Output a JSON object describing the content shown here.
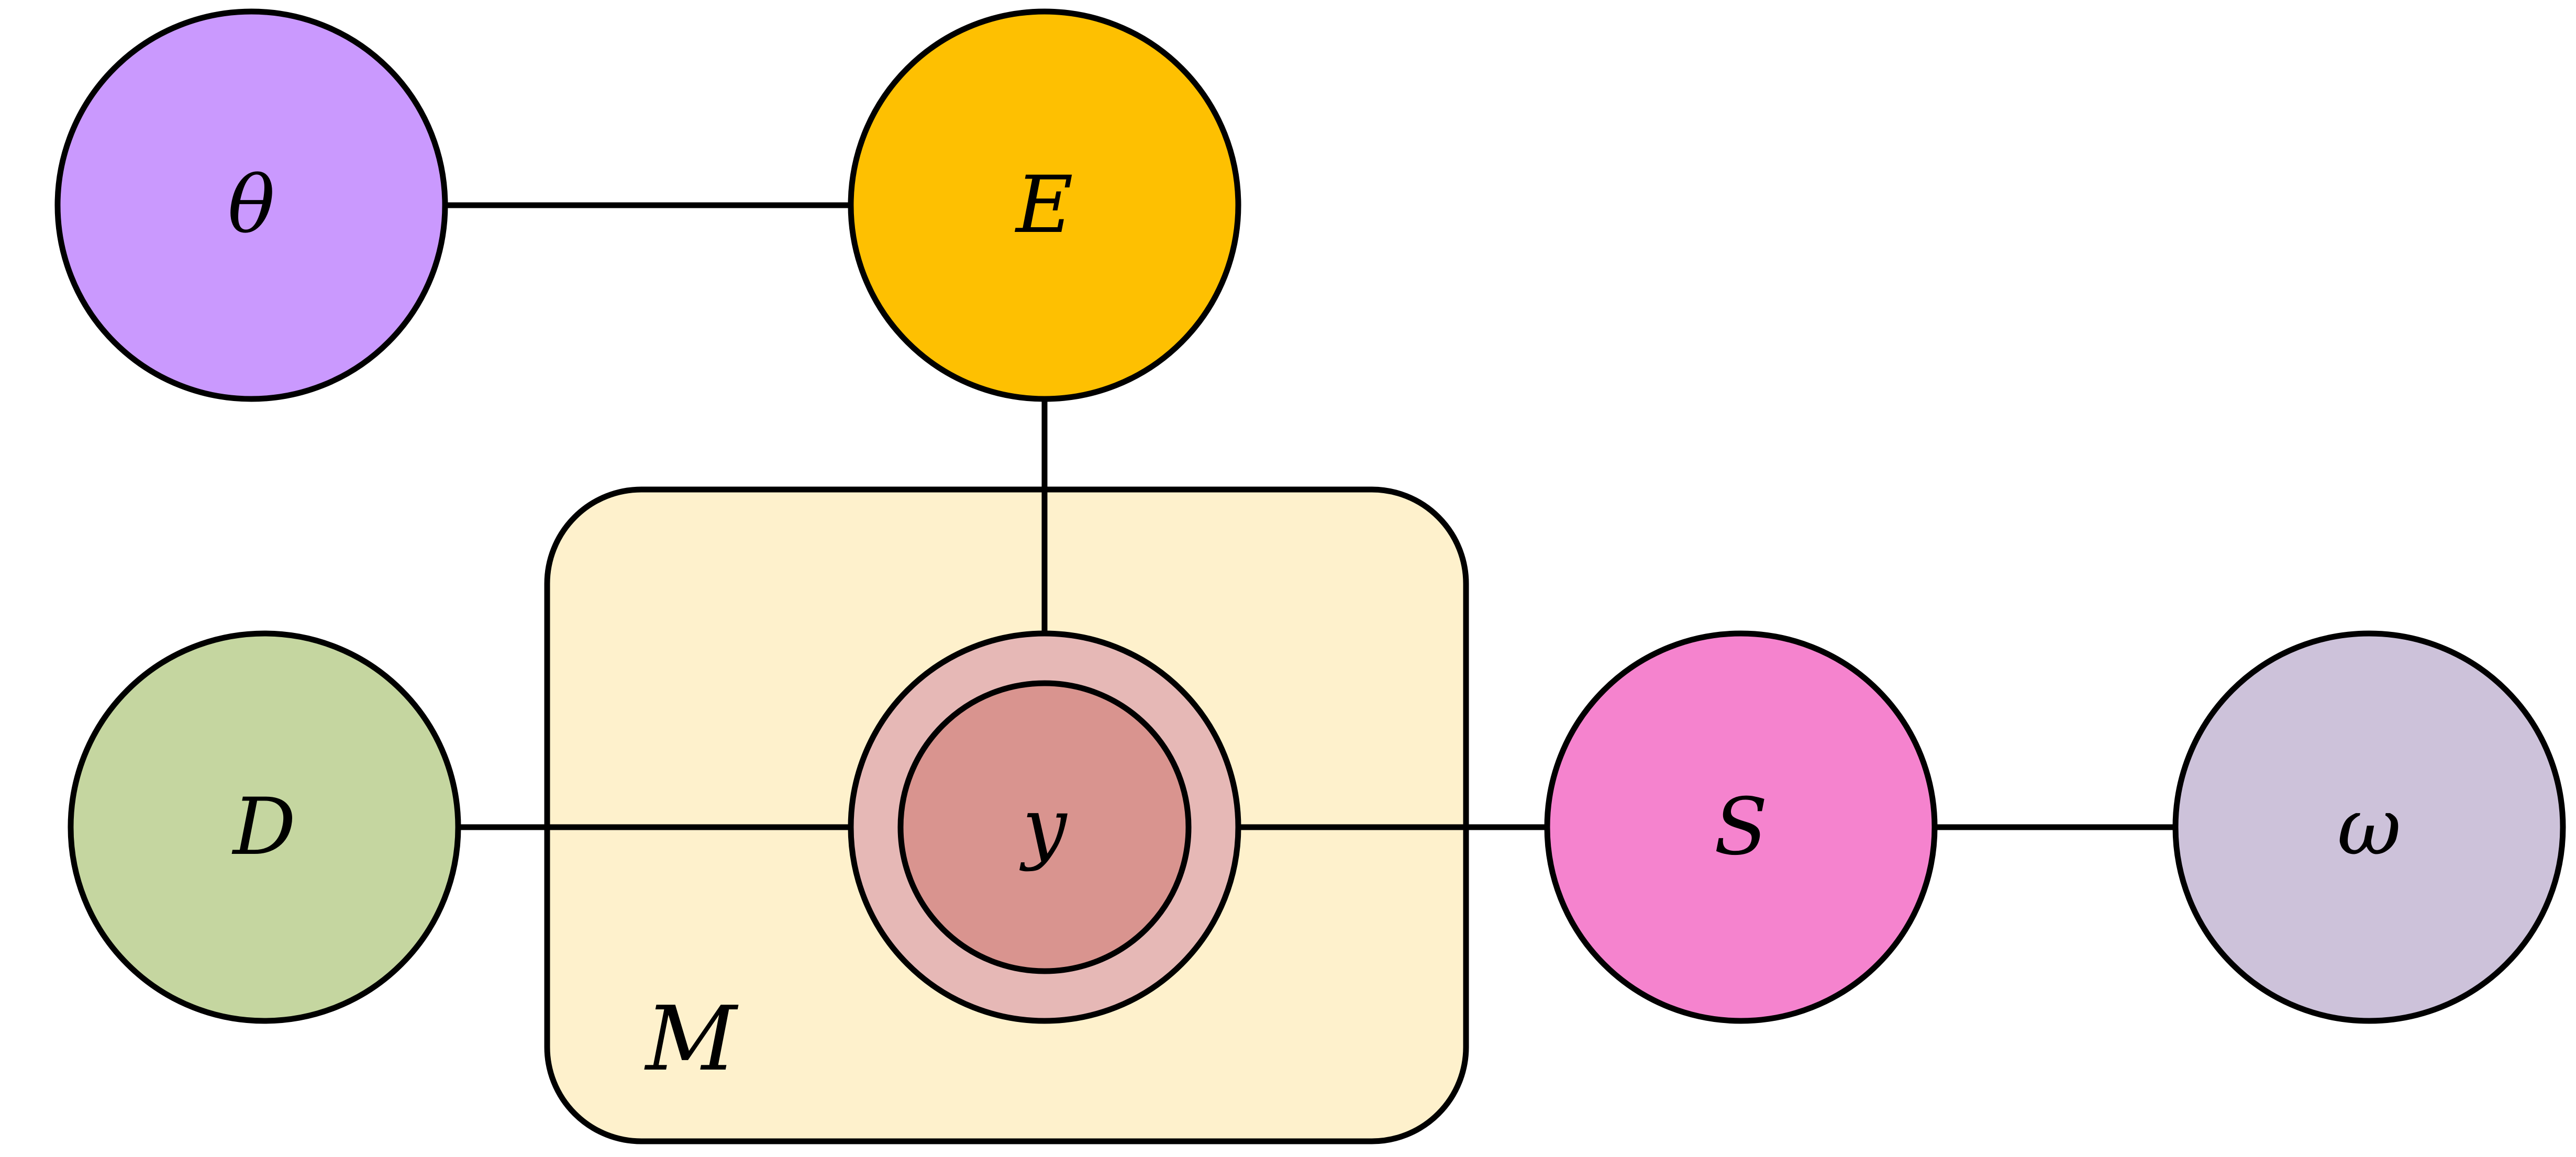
{
  "diagram": {
    "type": "graphical-model",
    "plate": {
      "id": "plate-M",
      "label": "M",
      "fill": "#FEF1CC"
    },
    "nodes": [
      {
        "id": "theta",
        "label": "θ",
        "fill": "#CA99FE",
        "observed": false
      },
      {
        "id": "E",
        "label": "E",
        "fill": "#FEC001",
        "observed": false
      },
      {
        "id": "D",
        "label": "D",
        "fill": "#C5D6A0",
        "observed": false
      },
      {
        "id": "y",
        "label": "y",
        "fill": "#E6B8B6",
        "inner_fill": "#D9948F",
        "observed": true
      },
      {
        "id": "S",
        "label": "S",
        "fill": "#F583CE",
        "observed": false
      },
      {
        "id": "omega",
        "label": "ω",
        "fill": "#CDC2DA",
        "observed": false
      }
    ],
    "edges": [
      {
        "from": "theta",
        "to": "E"
      },
      {
        "from": "E",
        "to": "y"
      },
      {
        "from": "D",
        "to": "y"
      },
      {
        "from": "S",
        "to": "y"
      },
      {
        "from": "omega",
        "to": "S"
      }
    ]
  }
}
